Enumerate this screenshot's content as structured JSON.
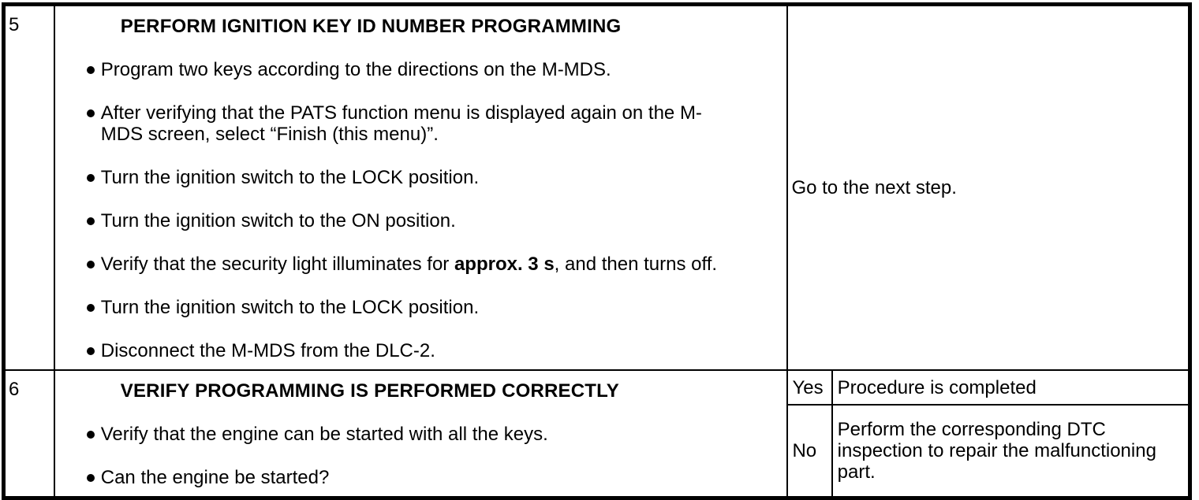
{
  "steps": [
    {
      "number": "5",
      "title": "PERFORM IGNITION KEY ID NUMBER PROGRAMMING",
      "bullets": [
        {
          "text": "Program two keys according to the directions on the M-MDS."
        },
        {
          "text": "After verifying that the PATS function menu is displayed again on the M-MDS screen, select “Finish (this menu)”."
        },
        {
          "text": "Turn the ignition switch to the LOCK position."
        },
        {
          "text": "Turn the ignition switch to the ON position."
        },
        {
          "pre": "Verify that the security light illuminates for ",
          "bold": "approx. 3 s",
          "post": ", and then turns off."
        },
        {
          "text": "Turn the ignition switch to the LOCK position."
        },
        {
          "text": "Disconnect the M-MDS from the DLC-2."
        }
      ],
      "action": "Go to the next step."
    },
    {
      "number": "6",
      "title": "VERIFY PROGRAMMING IS PERFORMED CORRECTLY",
      "bullets": [
        {
          "text": "Verify that the engine can be started with all the keys."
        },
        {
          "text": "Can the engine be started?"
        }
      ],
      "outcomes": [
        {
          "answer": "Yes",
          "action": "Procedure is completed"
        },
        {
          "answer": "No",
          "action": "Perform the corresponding DTC inspection to repair the malfunctioning part."
        }
      ]
    }
  ]
}
